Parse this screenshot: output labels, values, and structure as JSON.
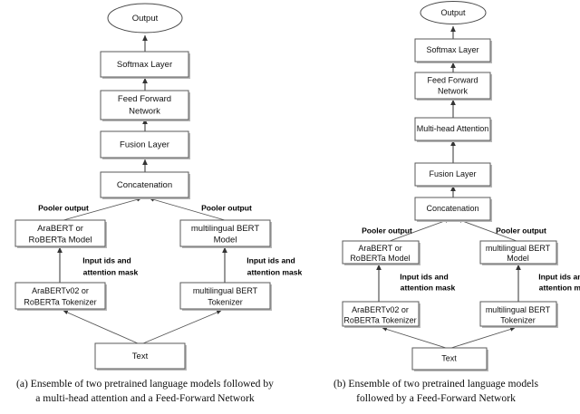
{
  "figure": {
    "panels": [
      {
        "id": "a",
        "caption_lines": [
          "(a) Ensemble of two pretrained language models followed by",
          "a multi-head attention and a Feed-Forward Network"
        ],
        "nodes": {
          "output": "Output",
          "softmax": "Softmax Layer",
          "feed_forward_l1": "Feed Forward",
          "feed_forward_l2": "Network",
          "fusion": "Fusion Layer",
          "concatenation": "Concatenation",
          "model_left_l1": "AraBERT or",
          "model_left_l2": "RoBERTa Model",
          "model_right_l1": "multilingual BERT",
          "model_right_l2": "Model",
          "tokenizer_left_l1": "AraBERTv02 or",
          "tokenizer_left_l2": "RoBERTa Tokenizer",
          "tokenizer_right_l1": "multilingual BERT",
          "tokenizer_right_l2": "Tokenizer",
          "text": "Text"
        },
        "edge_labels": {
          "pooler_left": "Pooler output",
          "pooler_right": "Pooler output",
          "ids_left_l1": "Input ids and",
          "ids_left_l2": "attention mask",
          "ids_right_l1": "Input ids and",
          "ids_right_l2": "attention mask"
        }
      },
      {
        "id": "b",
        "caption_lines": [
          "(b) Ensemble of two pretrained language models",
          "followed by a Feed-Forward Network"
        ],
        "nodes": {
          "output": "Output",
          "softmax": "Softmax Layer",
          "feed_forward_l1": "Feed Forward",
          "feed_forward_l2": "Network",
          "multihead": "Multi-head Attention",
          "fusion": "Fusion Layer",
          "concatenation": "Concatenation",
          "model_left_l1": "AraBERT or",
          "model_left_l2": "RoBERTa Model",
          "model_right_l1": "multilingual BERT",
          "model_right_l2": "Model",
          "tokenizer_left_l1": "AraBERTv02 or",
          "tokenizer_left_l2": "RoBERTa Tokenizer",
          "tokenizer_right_l1": "multilingual BERT",
          "tokenizer_right_l2": "Tokenizer",
          "text": "Text"
        },
        "edge_labels": {
          "pooler_left": "Pooler output",
          "pooler_right": "Pooler output",
          "ids_left_l1": "Input ids and",
          "ids_left_l2": "attention mask",
          "ids_right_l1": "Input ids and",
          "ids_right_l2": "attention mask"
        }
      }
    ],
    "colors": {
      "box_fill": "#ffffff",
      "box_stroke": "#5a5a5a",
      "shadow": "#b8b8b8",
      "arrow": "#444444",
      "text": "#111111",
      "background": "#ffffff"
    }
  }
}
